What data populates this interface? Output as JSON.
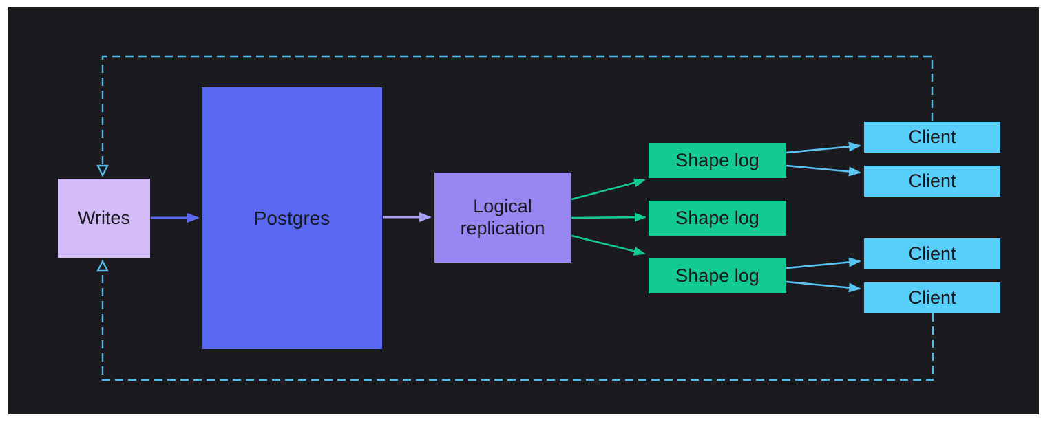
{
  "diagram": {
    "nodes": {
      "writes": {
        "label": "Writes"
      },
      "postgres": {
        "label": "Postgres"
      },
      "logical_replication": {
        "label": "Logical replication"
      },
      "shape_logs": [
        {
          "label": "Shape log"
        },
        {
          "label": "Shape log"
        },
        {
          "label": "Shape log"
        }
      ],
      "clients": [
        {
          "label": "Client"
        },
        {
          "label": "Client"
        },
        {
          "label": "Client"
        },
        {
          "label": "Client"
        }
      ]
    },
    "edges": [
      {
        "from": "Writes",
        "to": "Postgres",
        "style": "solid-arrow"
      },
      {
        "from": "Postgres",
        "to": "Logical replication",
        "style": "solid-arrow"
      },
      {
        "from": "Logical replication",
        "to": "Shape log 1",
        "style": "solid-arrow"
      },
      {
        "from": "Logical replication",
        "to": "Shape log 2",
        "style": "solid-arrow"
      },
      {
        "from": "Logical replication",
        "to": "Shape log 3",
        "style": "solid-arrow"
      },
      {
        "from": "Shape log 1",
        "to": "Client 1",
        "style": "solid-arrow"
      },
      {
        "from": "Shape log 1",
        "to": "Client 2",
        "style": "solid-arrow"
      },
      {
        "from": "Shape log 3",
        "to": "Client 3",
        "style": "solid-arrow"
      },
      {
        "from": "Shape log 3",
        "to": "Client 4",
        "style": "solid-arrow"
      },
      {
        "from": "Client 1",
        "to": "Writes",
        "style": "dashed-loop-arrow"
      },
      {
        "from": "Client 4",
        "to": "Writes",
        "style": "dashed-loop-arrow"
      }
    ],
    "colors": {
      "page_background": "#ffffff",
      "panel_background": "#1b1b1f",
      "writes_fill": "#d3bcf8",
      "postgres_fill": "#5868f0",
      "replication_fill": "#9886f2",
      "shape_log_fill": "#12ca92",
      "client_fill": "#58cffa",
      "arrow_blue": "#5b6af0",
      "arrow_violet": "#a89ff5",
      "arrow_green": "#12ca92",
      "arrow_sky": "#58c5f5",
      "loop_dash": "#55bbe8",
      "label_ink": "#191920"
    }
  }
}
